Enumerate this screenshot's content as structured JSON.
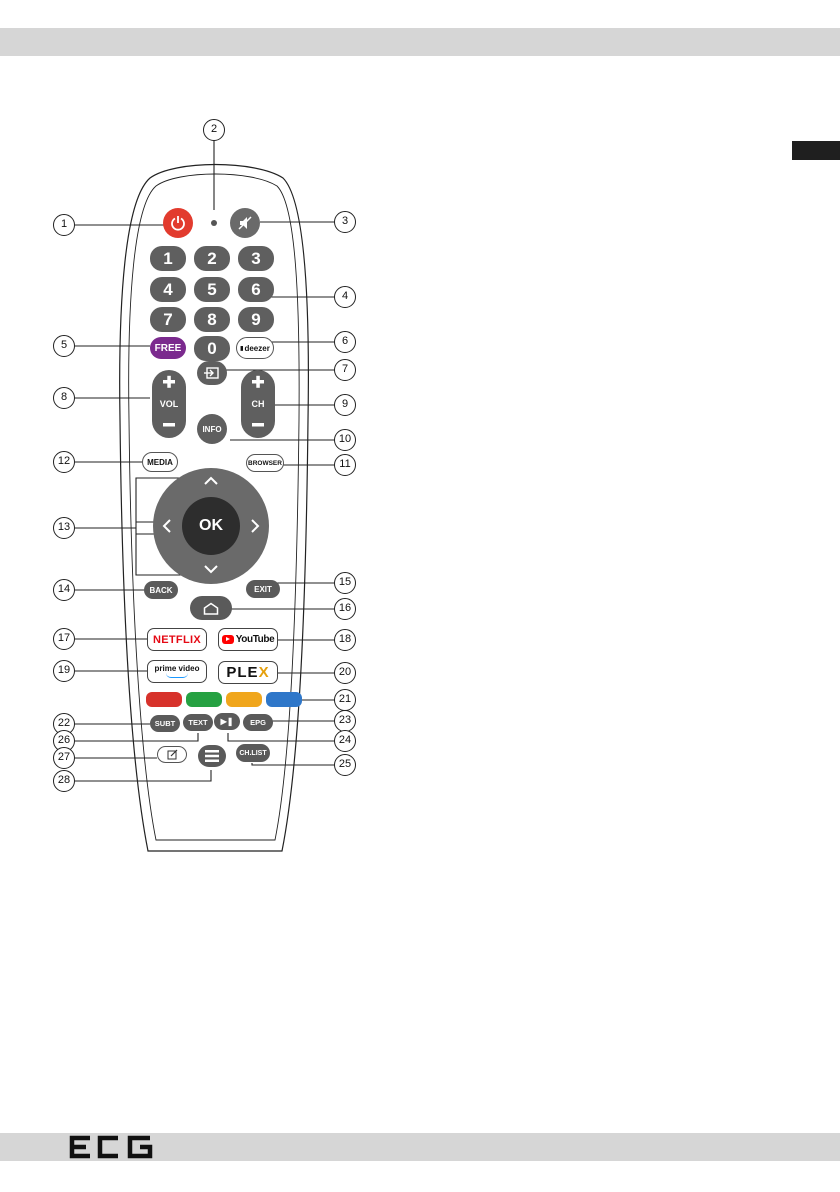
{
  "brand": {
    "logo_text": "ECG"
  },
  "callouts": [
    "1",
    "2",
    "3",
    "4",
    "5",
    "6",
    "7",
    "8",
    "9",
    "10",
    "11",
    "12",
    "13",
    "14",
    "15",
    "16",
    "17",
    "18",
    "19",
    "20",
    "21",
    "22",
    "23",
    "24",
    "25",
    "26",
    "27",
    "28"
  ],
  "remote": {
    "numbers": [
      "1",
      "2",
      "3",
      "4",
      "5",
      "6",
      "7",
      "8",
      "9",
      "0"
    ],
    "free_label": "FREE",
    "deezer_label": "deezer",
    "vol_label": "VOL",
    "ch_label": "CH",
    "info_label": "INFO",
    "media_label": "MEDIA",
    "browser_label": "BROWSER",
    "ok_label": "OK",
    "back_label": "BACK",
    "exit_label": "EXIT",
    "netflix_label": "NETFLIX",
    "youtube_label": "YouTube",
    "prime_label": "prime video",
    "plex_label": "PLEX",
    "subt_label": "SUBT",
    "text_label": "TEXT",
    "epg_label": "EPG",
    "chlist_label": "CH.LIST"
  },
  "colors": {
    "power": "#e23b2e",
    "free": "#7b2a8e",
    "red": "#d7322b",
    "green": "#26a142",
    "yellow": "#f0a61c",
    "blue": "#2f77c9",
    "netflix": "#e50914",
    "youtube": "#ff0000",
    "plex_x": "#e5a00d",
    "bar": "#d6d6d6"
  }
}
